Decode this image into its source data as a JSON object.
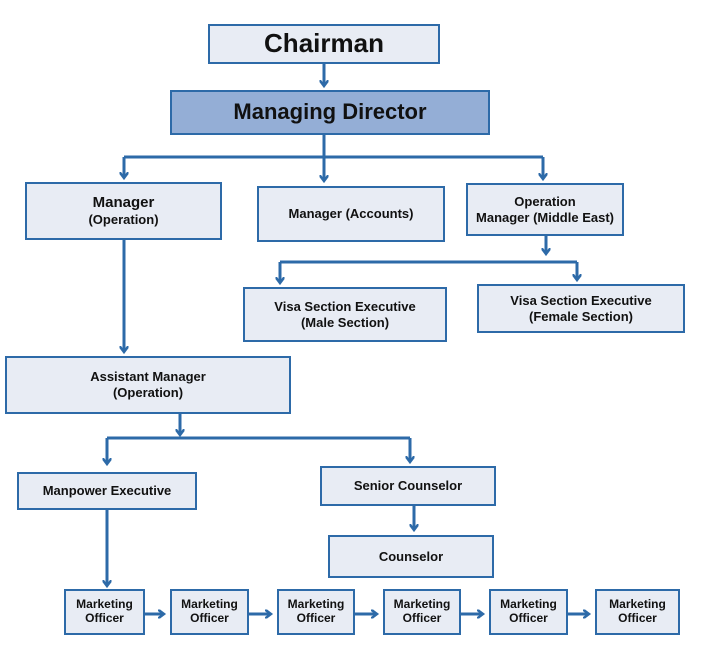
{
  "colors": {
    "line": "#2d6aa8",
    "box_fill": "#e8ecf4",
    "highlight_fill": "#94aed6",
    "text": "#111111"
  },
  "nodes": {
    "chairman": {
      "line1": "Chairman"
    },
    "managing_director": {
      "line1": "Managing Director"
    },
    "manager_operation": {
      "line1": "Manager",
      "line2": "(Operation)"
    },
    "manager_accounts": {
      "line1": "Manager (Accounts)"
    },
    "operation_manager_me": {
      "line1": "Operation",
      "line2": "Manager (Middle East)"
    },
    "visa_male": {
      "line1": "Visa Section Executive",
      "line2": "(Male Section)"
    },
    "visa_female": {
      "line1": "Visa Section Executive",
      "line2": "(Female Section)"
    },
    "assistant_manager": {
      "line1": "Assistant Manager",
      "line2": "(Operation)"
    },
    "manpower_executive": {
      "line1": "Manpower Executive"
    },
    "senior_counselor": {
      "line1": "Senior Counselor"
    },
    "counselor": {
      "line1": "Counselor"
    },
    "marketing_officers": [
      {
        "line1": "Marketing",
        "line2": "Officer"
      },
      {
        "line1": "Marketing",
        "line2": "Officer"
      },
      {
        "line1": "Marketing",
        "line2": "Officer"
      },
      {
        "line1": "Marketing",
        "line2": "Officer"
      },
      {
        "line1": "Marketing",
        "line2": "Officer"
      },
      {
        "line1": "Marketing",
        "line2": "Officer"
      }
    ]
  }
}
